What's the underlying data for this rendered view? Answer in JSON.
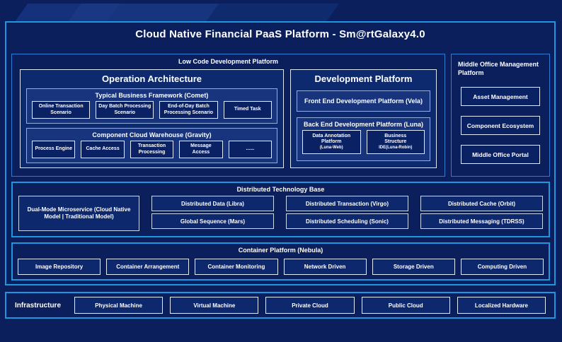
{
  "title": "Cloud Native Financial PaaS Platform - Sm@rtGalaxy4.0",
  "colors": {
    "background": "#0A1F5C",
    "section_border_cyan": "#2196E0",
    "inner_section_border_blue": "#2E7BD6",
    "light_box_border": "#E0EAF8",
    "panel_fill": "#17347C",
    "panel_border": "#93AEDD",
    "leaf_fill": "#0A2164",
    "cell_fill": "#0D286D",
    "text": "#FFFFFF"
  },
  "low_code": {
    "label": "Low Code Development Platform",
    "operation_architecture": {
      "title": "Operation Architecture",
      "comet": {
        "title": "Typical Business Framework (Comet)",
        "items": [
          "Online Transaction Scenario",
          "Day Batch Processing Scenario",
          "End-of-Day Batch Processing Scenario",
          "Timed Task"
        ]
      },
      "gravity": {
        "title": "Component Cloud Warehouse (Gravity)",
        "items": [
          "Process Engine",
          "Cache Access",
          "Transaction Processing",
          "Message Access",
          "......"
        ]
      }
    },
    "development_platform": {
      "title": "Development Platform",
      "front_end": "Front End Development Platform (Vela)",
      "back_end": {
        "title": "Back End Development Platform (Luna)",
        "items": [
          {
            "name": "Data Annotation Platform",
            "sub": "(Luna-Web)"
          },
          {
            "name": "Business Structure",
            "sub": "IDE(Luna-Robin)"
          }
        ]
      }
    }
  },
  "middle_office": {
    "label": "Middle Office Management Platform",
    "items": [
      "Asset Management",
      "Component Ecosystem",
      "Middle Office Portal"
    ]
  },
  "distributed": {
    "label": "Distributed Technology Base",
    "dual_mode": "Dual-Mode Microservice (Cloud Native Model | Traditional Model)",
    "columns": [
      [
        "Distributed Data (Libra)",
        "Global Sequence (Mars)"
      ],
      [
        "Distributed Transaction (Virgo)",
        "Distributed Scheduling (Sonic)"
      ],
      [
        "Distributed Cache (Orbit)",
        "Distributed Messaging (TDRSS)"
      ]
    ]
  },
  "container_platform": {
    "label": "Container Platform (Nebula)",
    "items": [
      "Image Repository",
      "Container Arrangement",
      "Container Monitoring",
      "Network Driven",
      "Storage Driven",
      "Computing Driven"
    ]
  },
  "infrastructure": {
    "label": "Infrastructure",
    "items": [
      "Physical Machine",
      "Virtual Machine",
      "Private Cloud",
      "Public Cloud",
      "Localized Hardware"
    ]
  }
}
